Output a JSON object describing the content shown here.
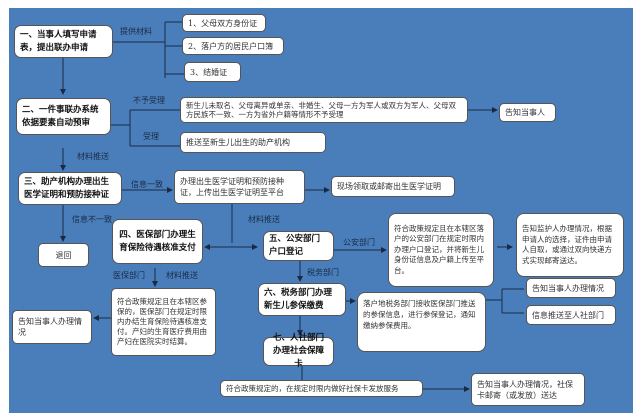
{
  "steps": {
    "s1": "一、当事人填写申请表，提出联办申请",
    "s2": "二、一件事联办系统依据要素自动预审",
    "s3": "三、助产机构办理出生医学证明和预防接种证",
    "s4": "四、医保部门办理生育保险待遇核准支付",
    "s5": "五、公安部门户口登记",
    "s6": "六、税务部门办理新生儿参保缴费",
    "s7": "七、人社部门办理社会保障卡"
  },
  "labels": {
    "provide": "提供材料",
    "reject": "不予受理",
    "accept": "受理",
    "push1": "材料推送",
    "consistent": "信息一致",
    "inconsistent": "信息不一致",
    "push2": "材料推送",
    "police": "公安部门",
    "tax": "税务部门",
    "medical": "医保部门",
    "push3": "材料推送"
  },
  "materials": [
    "1、父母双方身份证",
    "2、落户方的居民户口簿",
    "3、结婚证"
  ],
  "boxes": {
    "reject_desc": "新生儿未取名、父母离异或单亲、非婚生、父母一方为军人或双方为军人、父母双方民族不一致、一方为省外户籍等情形不予受理",
    "notify": "告知当事人",
    "accept_desc": "推送至新生儿出生的助产机构",
    "cert_desc": "办理出生医学证明和预防接种证，上传出生医学证明至平台",
    "pickup": "现场领取或邮寄出生医学证明",
    "return": "退回",
    "police_desc": "符合政策规定且在本辖区落户的公安部门在规定时限内办理户口登记，并将新生儿身份证信息及户籍上传至平台。",
    "guardian": "告知监护人办理情况，根据申请人的选择，证件由申请人自取，或通过双向快递方式实现邮寄送达。",
    "tax_desc": "落户地税务部门接收医保部门推送的参保信息，进行参保登记，通知缴纳参保费用。",
    "tax_notify": "告知当事人办理情况",
    "tax_push": "信息推送至人社部门",
    "medical_desc": "符合政策规定且在本辖区参保的，医保部门在规定时限内办结生育保险待遇核准支付。产妇的生育医疗费用由产妇在医院实时结算。",
    "medical_notify": "告知当事人办理情况",
    "card_desc": "符合政策规定的，在规定时限内做好社保卡发放服务",
    "card_notify": "告知当事人办理情况，社保卡邮寄（或发放）送达"
  },
  "colors": {
    "background": "#4a7ebb"
  }
}
